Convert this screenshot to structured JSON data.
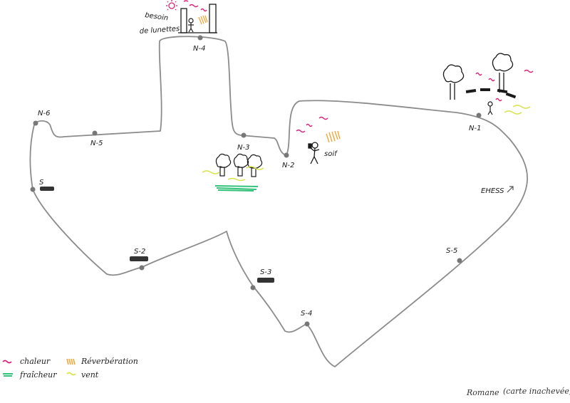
{
  "colors": {
    "route": "#8c8c8c",
    "heat": "#d6247a",
    "reverb": "#f2a63a",
    "fresh": "#35c27a",
    "wind": "#d8e24a",
    "ink": "#1a1a1a"
  },
  "stops": [
    {
      "id": "n6",
      "label": "N-6"
    },
    {
      "id": "n5",
      "label": "N-5"
    },
    {
      "id": "n4",
      "label": "N-4"
    },
    {
      "id": "n3",
      "label": "N-3"
    },
    {
      "id": "n2",
      "label": "N-2"
    },
    {
      "id": "n1",
      "label": "N-1"
    },
    {
      "id": "s1",
      "label": "S"
    },
    {
      "id": "s2",
      "label": "S-2"
    },
    {
      "id": "s3",
      "label": "S-3"
    },
    {
      "id": "s4",
      "label": "S-4"
    },
    {
      "id": "s5",
      "label": "S-5"
    }
  ],
  "annotations": {
    "besoin_line1": "besoin",
    "besoin_line2": "de lunettes",
    "soif": "soif",
    "ehess": "EHESS"
  },
  "legend": {
    "heat": "chaleur",
    "reverb": "Réverbération",
    "fresh": "fraîcheur",
    "wind": "vent"
  },
  "signature": {
    "name": "Romane",
    "note": "(carte inachevée)"
  }
}
